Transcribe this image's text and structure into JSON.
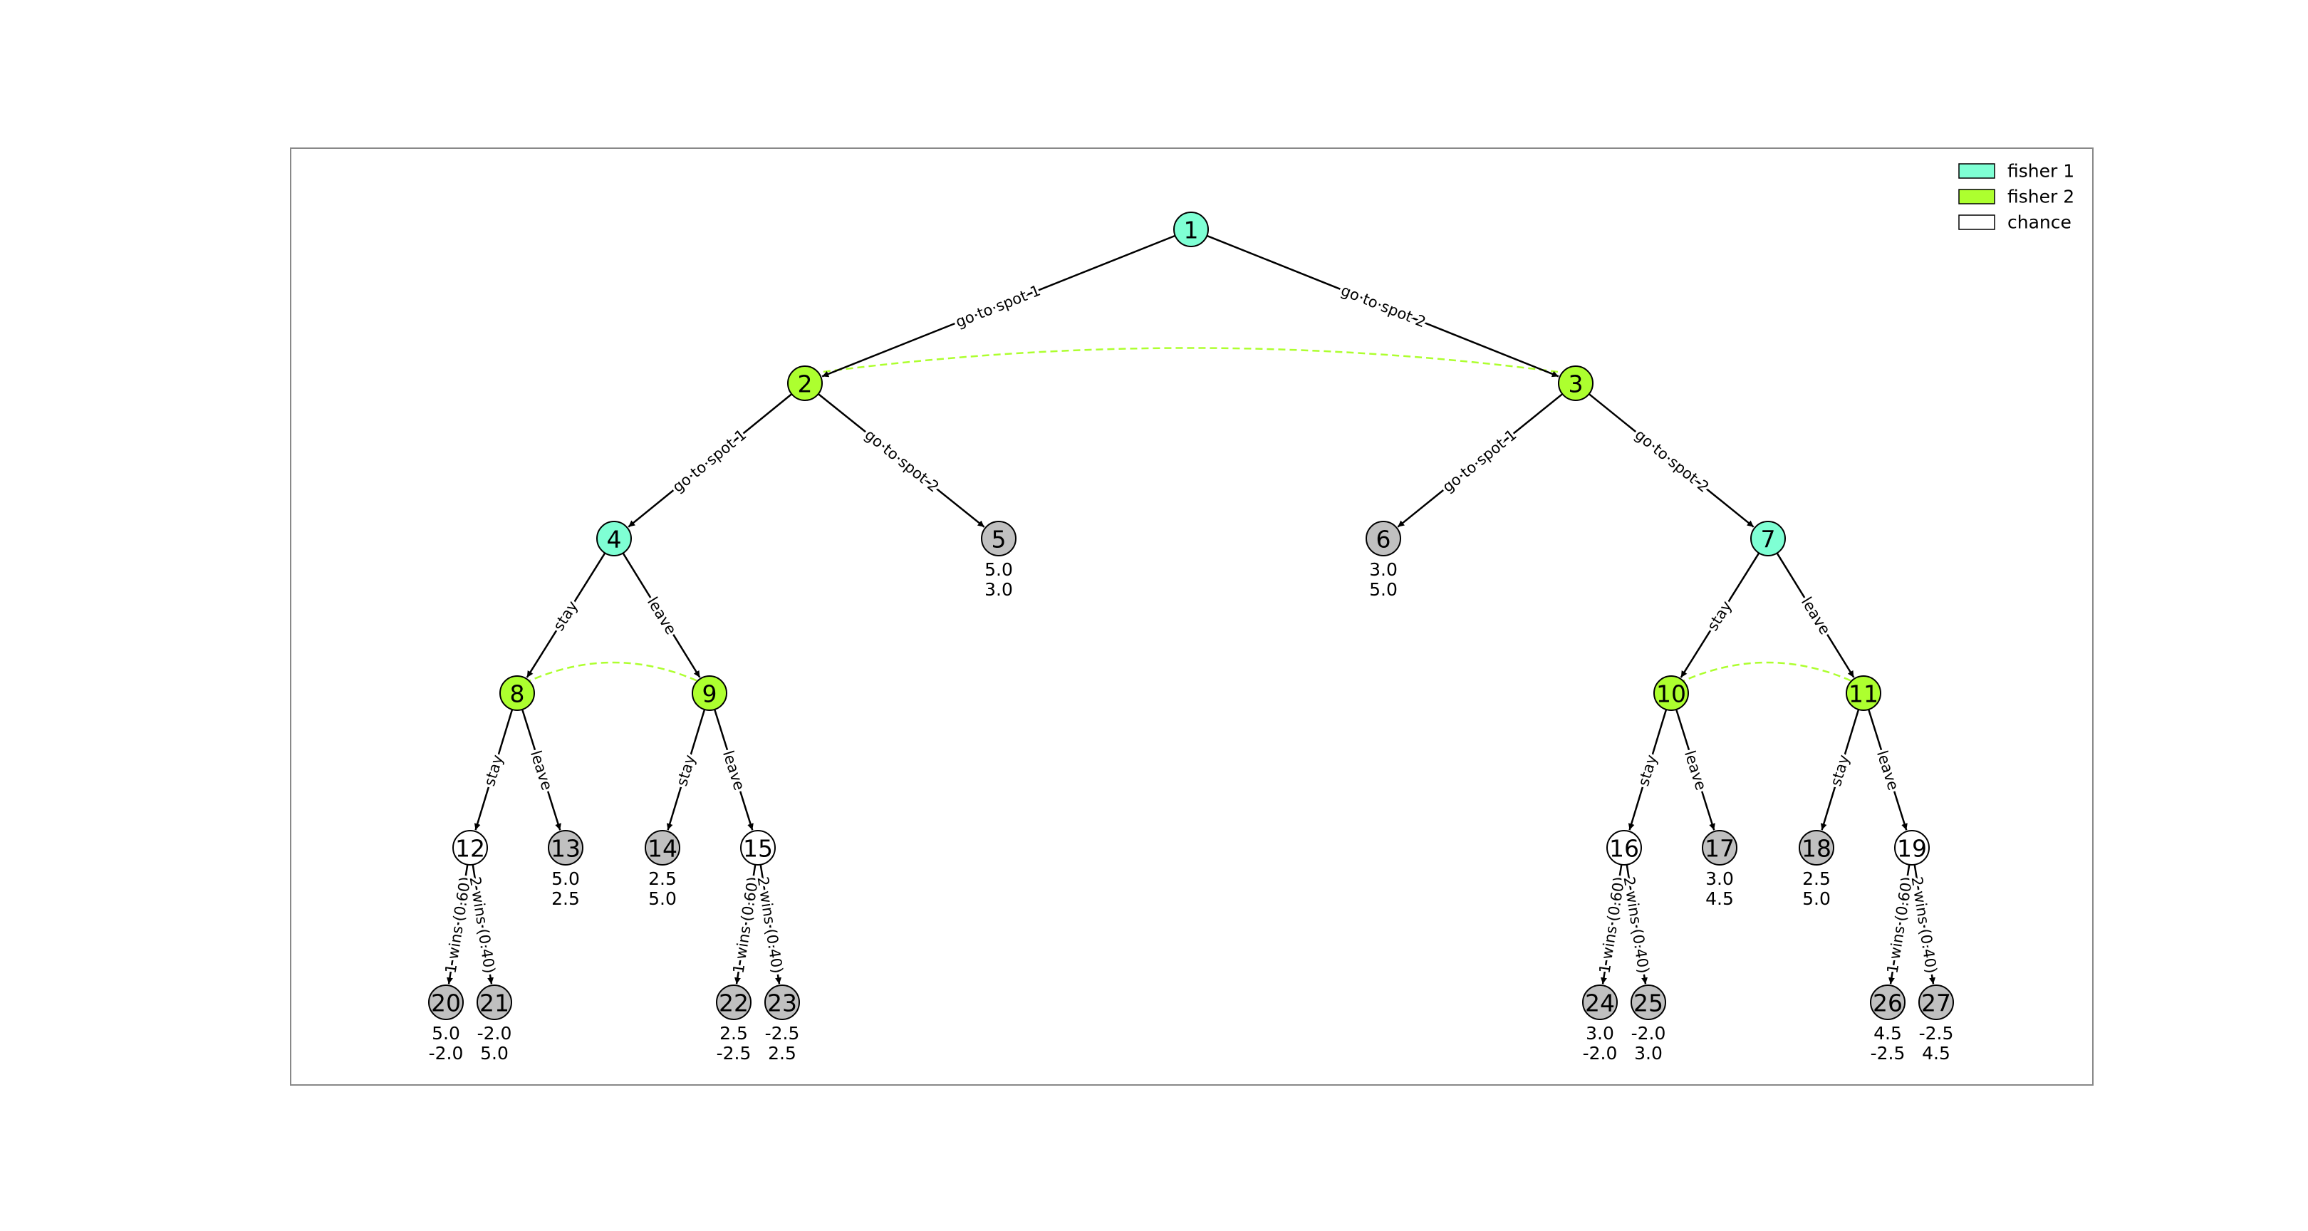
{
  "colors": {
    "fisher1": "#7fffd4",
    "fisher2": "#adff2f",
    "chance": "#ffffff",
    "terminal": "#c0c0c0",
    "infoset": "#adff2f",
    "edge": "#000000",
    "frame": "#888888"
  },
  "legend": [
    {
      "label": "fisher 1",
      "type": "fisher1"
    },
    {
      "label": "fisher 2",
      "type": "fisher2"
    },
    {
      "label": "chance",
      "type": "chance"
    }
  ],
  "nodes": [
    {
      "id": "1",
      "type": "fisher1"
    },
    {
      "id": "2",
      "type": "fisher2"
    },
    {
      "id": "3",
      "type": "fisher2"
    },
    {
      "id": "4",
      "type": "fisher1"
    },
    {
      "id": "5",
      "type": "terminal",
      "payoffs": [
        "5.0",
        "3.0"
      ]
    },
    {
      "id": "6",
      "type": "terminal",
      "payoffs": [
        "3.0",
        "5.0"
      ]
    },
    {
      "id": "7",
      "type": "fisher1"
    },
    {
      "id": "8",
      "type": "fisher2"
    },
    {
      "id": "9",
      "type": "fisher2"
    },
    {
      "id": "10",
      "type": "fisher2"
    },
    {
      "id": "11",
      "type": "fisher2"
    },
    {
      "id": "12",
      "type": "chance"
    },
    {
      "id": "13",
      "type": "terminal",
      "payoffs": [
        "5.0",
        "2.5"
      ]
    },
    {
      "id": "14",
      "type": "terminal",
      "payoffs": [
        "2.5",
        "5.0"
      ]
    },
    {
      "id": "15",
      "type": "chance"
    },
    {
      "id": "16",
      "type": "chance"
    },
    {
      "id": "17",
      "type": "terminal",
      "payoffs": [
        "3.0",
        "4.5"
      ]
    },
    {
      "id": "18",
      "type": "terminal",
      "payoffs": [
        "2.5",
        "5.0"
      ]
    },
    {
      "id": "19",
      "type": "chance"
    },
    {
      "id": "20",
      "type": "terminal",
      "payoffs": [
        "5.0",
        "-2.0"
      ]
    },
    {
      "id": "21",
      "type": "terminal",
      "payoffs": [
        "-2.0",
        "5.0"
      ]
    },
    {
      "id": "22",
      "type": "terminal",
      "payoffs": [
        "2.5",
        "-2.5"
      ]
    },
    {
      "id": "23",
      "type": "terminal",
      "payoffs": [
        "-2.5",
        "2.5"
      ]
    },
    {
      "id": "24",
      "type": "terminal",
      "payoffs": [
        "3.0",
        "-2.0"
      ]
    },
    {
      "id": "25",
      "type": "terminal",
      "payoffs": [
        "-2.0",
        "3.0"
      ]
    },
    {
      "id": "26",
      "type": "terminal",
      "payoffs": [
        "4.5",
        "-2.5"
      ]
    },
    {
      "id": "27",
      "type": "terminal",
      "payoffs": [
        "-2.5",
        "4.5"
      ]
    }
  ],
  "edges": [
    {
      "from": "1",
      "to": "2",
      "label": "go to spot 1"
    },
    {
      "from": "1",
      "to": "3",
      "label": "go to spot 2"
    },
    {
      "from": "2",
      "to": "4",
      "label": "go to spot 1"
    },
    {
      "from": "2",
      "to": "5",
      "label": "go to spot 2"
    },
    {
      "from": "3",
      "to": "6",
      "label": "go to spot 1"
    },
    {
      "from": "3",
      "to": "7",
      "label": "go to spot 2"
    },
    {
      "from": "4",
      "to": "8",
      "label": "stay"
    },
    {
      "from": "4",
      "to": "9",
      "label": "leave"
    },
    {
      "from": "7",
      "to": "10",
      "label": "stay"
    },
    {
      "from": "7",
      "to": "11",
      "label": "leave"
    },
    {
      "from": "8",
      "to": "12",
      "label": "stay"
    },
    {
      "from": "8",
      "to": "13",
      "label": "leave"
    },
    {
      "from": "9",
      "to": "14",
      "label": "stay"
    },
    {
      "from": "9",
      "to": "15",
      "label": "leave"
    },
    {
      "from": "10",
      "to": "16",
      "label": "stay"
    },
    {
      "from": "10",
      "to": "17",
      "label": "leave"
    },
    {
      "from": "11",
      "to": "18",
      "label": "stay"
    },
    {
      "from": "11",
      "to": "19",
      "label": "leave"
    },
    {
      "from": "12",
      "to": "20",
      "label": "1 wins (0.60)"
    },
    {
      "from": "12",
      "to": "21",
      "label": "2 wins (0.40)"
    },
    {
      "from": "15",
      "to": "22",
      "label": "1 wins (0.60)"
    },
    {
      "from": "15",
      "to": "23",
      "label": "2 wins (0.40)"
    },
    {
      "from": "16",
      "to": "24",
      "label": "1 wins (0.60)"
    },
    {
      "from": "16",
      "to": "25",
      "label": "2 wins (0.40)"
    },
    {
      "from": "19",
      "to": "26",
      "label": "1 wins (0.60)"
    },
    {
      "from": "19",
      "to": "27",
      "label": "2 wins (0.40)"
    }
  ],
  "information_sets": [
    [
      "2",
      "3"
    ],
    [
      "8",
      "9"
    ],
    [
      "10",
      "11"
    ]
  ]
}
